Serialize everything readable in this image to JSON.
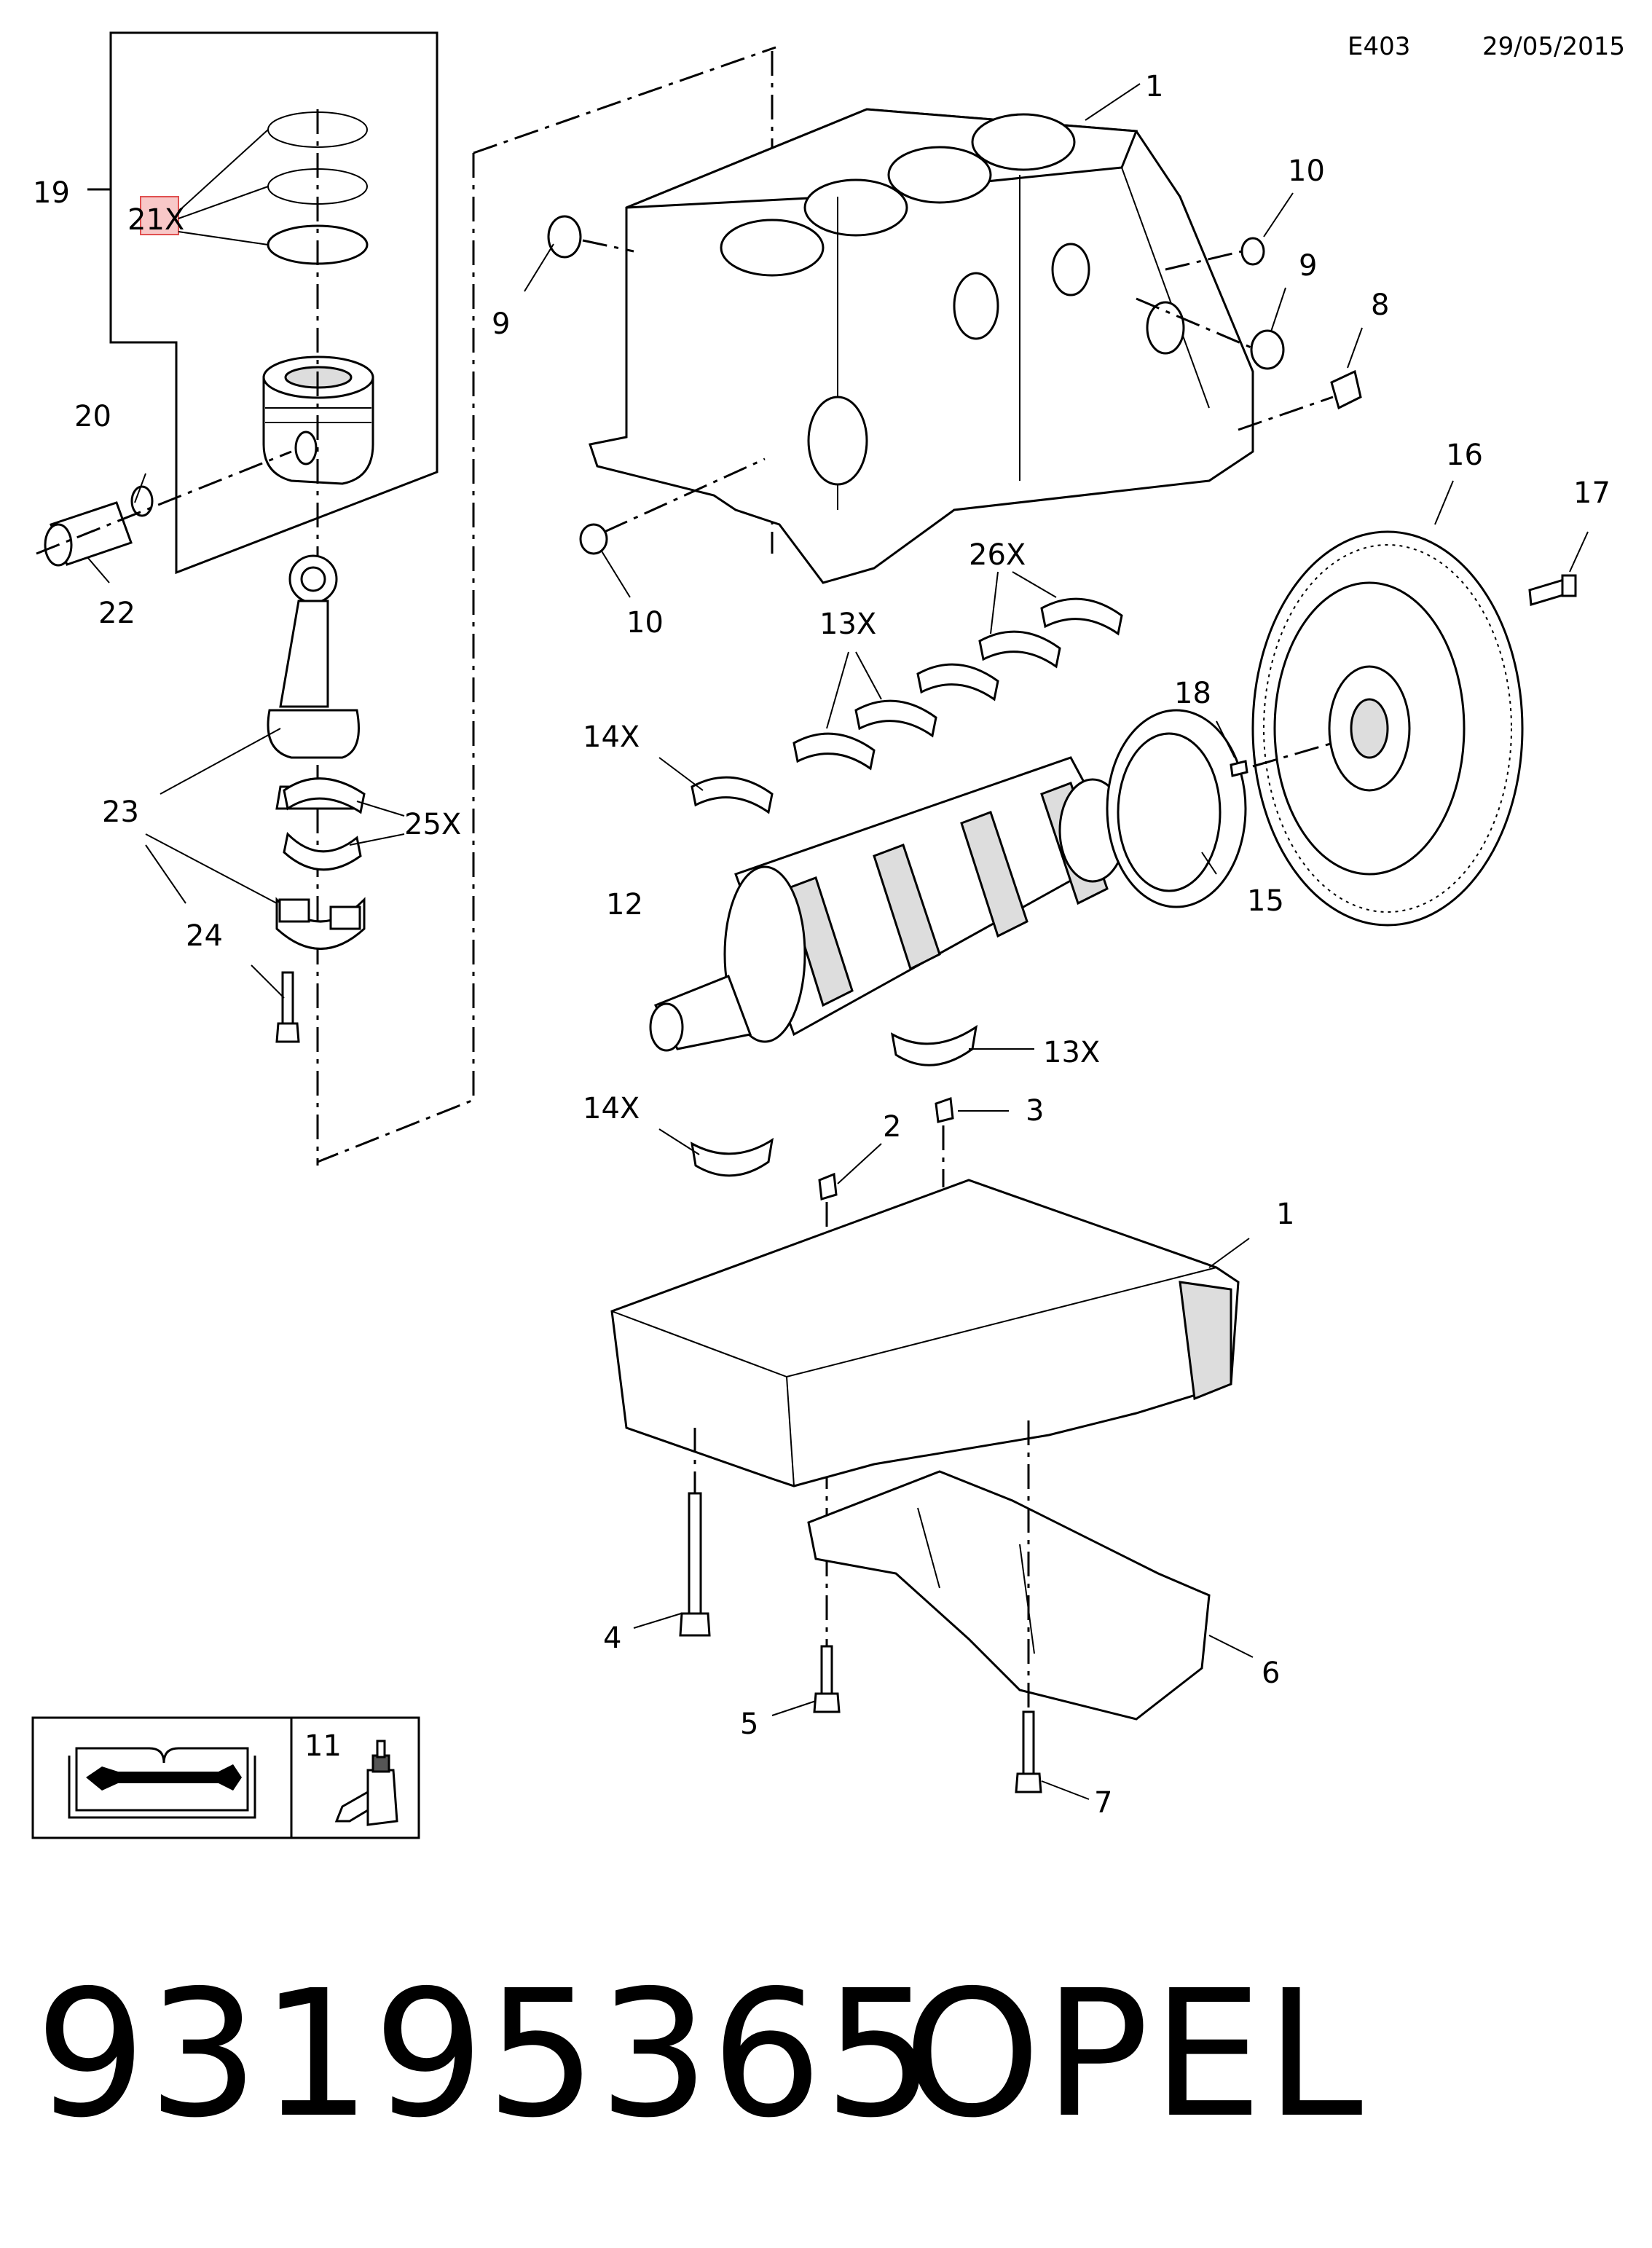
{
  "header": {
    "code": "E403",
    "date": "29/05/2015"
  },
  "callouts": {
    "c1a": "1",
    "c1b": "1",
    "c2": "2",
    "c3": "3",
    "c4": "4",
    "c5": "5",
    "c6": "6",
    "c7": "7",
    "c8": "8",
    "c9a": "9",
    "c9b": "9",
    "c10a": "10",
    "c10b": "10",
    "c11": "11",
    "c12": "12",
    "c13a": "13X",
    "c13b": "13X",
    "c14a": "14X",
    "c14b": "14X",
    "c15": "15",
    "c16": "16",
    "c17": "17",
    "c18": "18",
    "c19": "19",
    "c20": "20",
    "c21": "21X",
    "c22": "22",
    "c23": "23",
    "c24": "24",
    "c25": "25X",
    "c26": "26X"
  },
  "footer": {
    "part_number": "93195365",
    "brand": "OPEL"
  },
  "icons": {
    "manual": "book-wrench-icon",
    "sealant": "sealant-tube-icon"
  }
}
